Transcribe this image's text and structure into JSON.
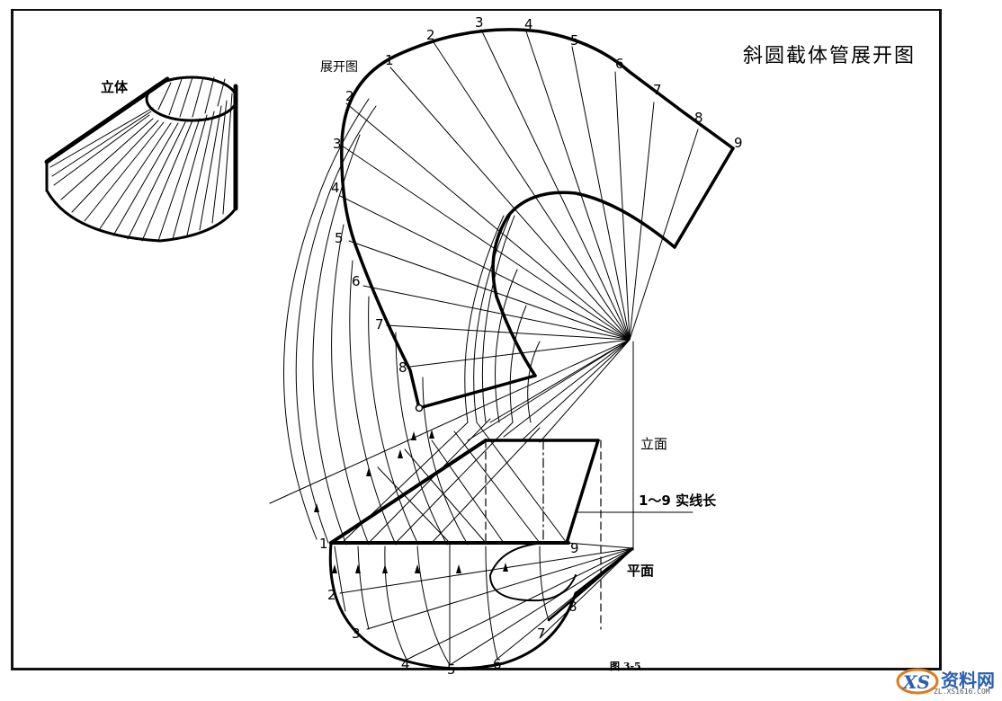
{
  "figure": {
    "title": "斜圆截体管展开图",
    "caption": "图 3-5",
    "labels": {
      "solid": "立体",
      "development": "展开图",
      "elevation": "立面",
      "true_length": "1～9 实线长",
      "plan": "平面"
    },
    "development_outer_points": [
      "1",
      "2",
      "3",
      "4",
      "5",
      "6",
      "7",
      "8",
      "9"
    ],
    "development_left_points": [
      "2",
      "3",
      "4",
      "5",
      "6",
      "7",
      "8"
    ],
    "plan_points": [
      "1",
      "2",
      "3",
      "4",
      "5",
      "6",
      "7",
      "8",
      "9"
    ],
    "colors": {
      "ink": "#000000",
      "paper": "#ffffff"
    }
  },
  "watermark": {
    "text": "资料网",
    "url": "ZL.XS1616.COM",
    "logo": "XS"
  }
}
